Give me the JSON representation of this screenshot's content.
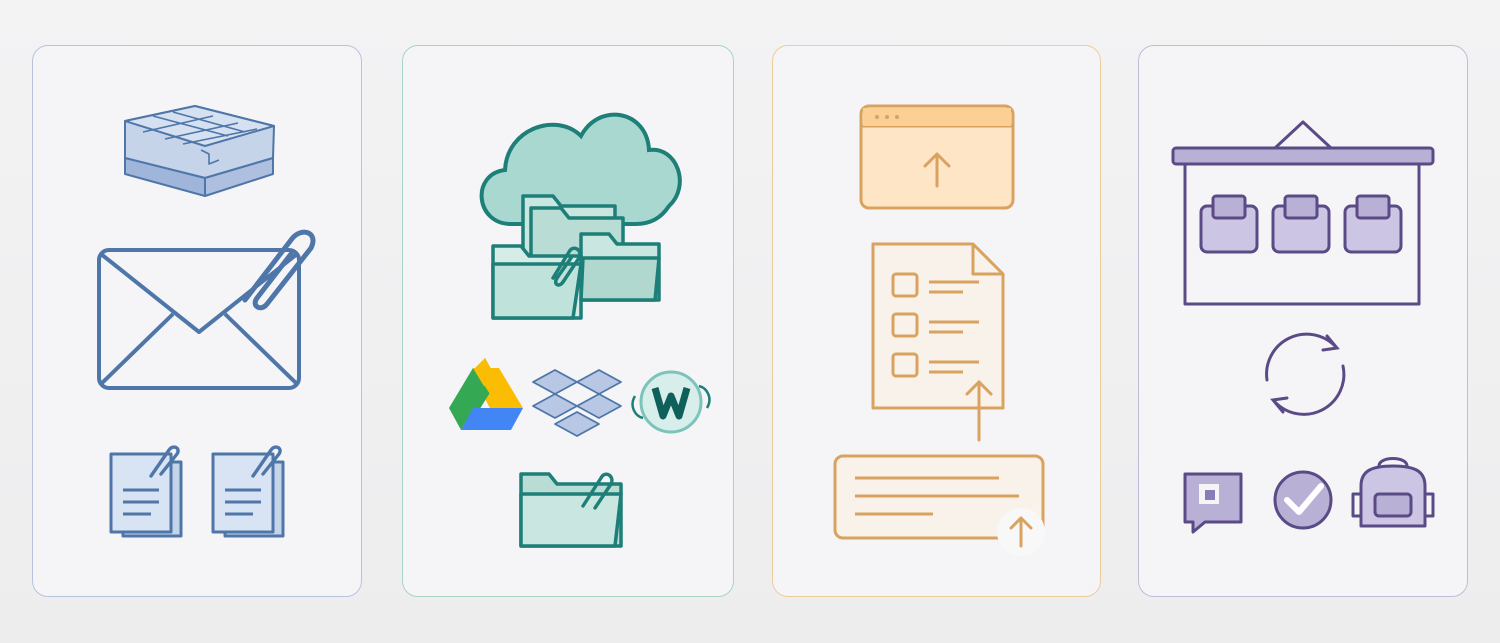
{
  "colors": {
    "email_panel": "#4f76a8",
    "cloud_panel": "#1d7f78",
    "upload_panel": "#d9a25f",
    "board_panel": "#5a4a86"
  },
  "panels": [
    {
      "id": "email-attachments",
      "icons": [
        "map-blocks-icon",
        "envelope-icon",
        "paperclip-icon",
        "attached-document-icon",
        "attached-document-icon"
      ]
    },
    {
      "id": "cloud-storage",
      "icons": [
        "cloud-icon",
        "folder-stack-icon",
        "google-drive-icon",
        "dropbox-icon",
        "w-sync-icon",
        "attached-folder-icon"
      ]
    },
    {
      "id": "upload-form",
      "icons": [
        "browser-upload-icon",
        "checklist-document-icon",
        "up-arrow-icon",
        "text-field-upload-icon"
      ]
    },
    {
      "id": "board-sync",
      "icons": [
        "board-icon",
        "sync-icon",
        "chat-app-icon",
        "checkmark-app-icon",
        "backpack-app-icon"
      ]
    }
  ]
}
